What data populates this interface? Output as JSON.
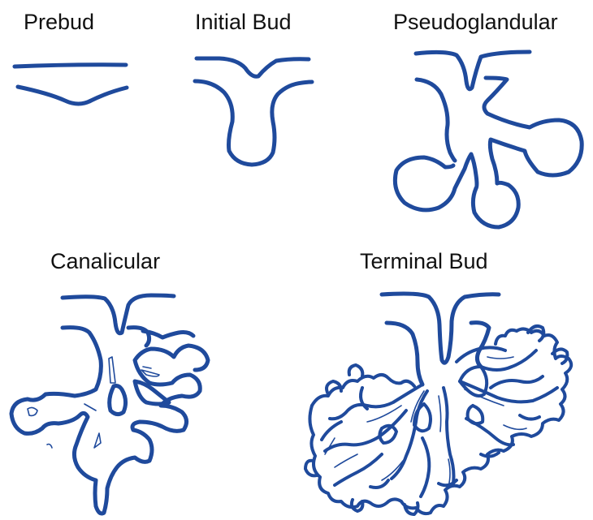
{
  "stages": [
    {
      "id": "prebud",
      "label": "Prebud"
    },
    {
      "id": "initial",
      "label": "Initial Bud"
    },
    {
      "id": "pseudo",
      "label": "Pseudoglandular"
    },
    {
      "id": "canal",
      "label": "Canalicular"
    },
    {
      "id": "terminal",
      "label": "Terminal Bud"
    }
  ],
  "colors": {
    "stroke": "#1f4a9c",
    "label": "#111111",
    "background": "#ffffff"
  }
}
